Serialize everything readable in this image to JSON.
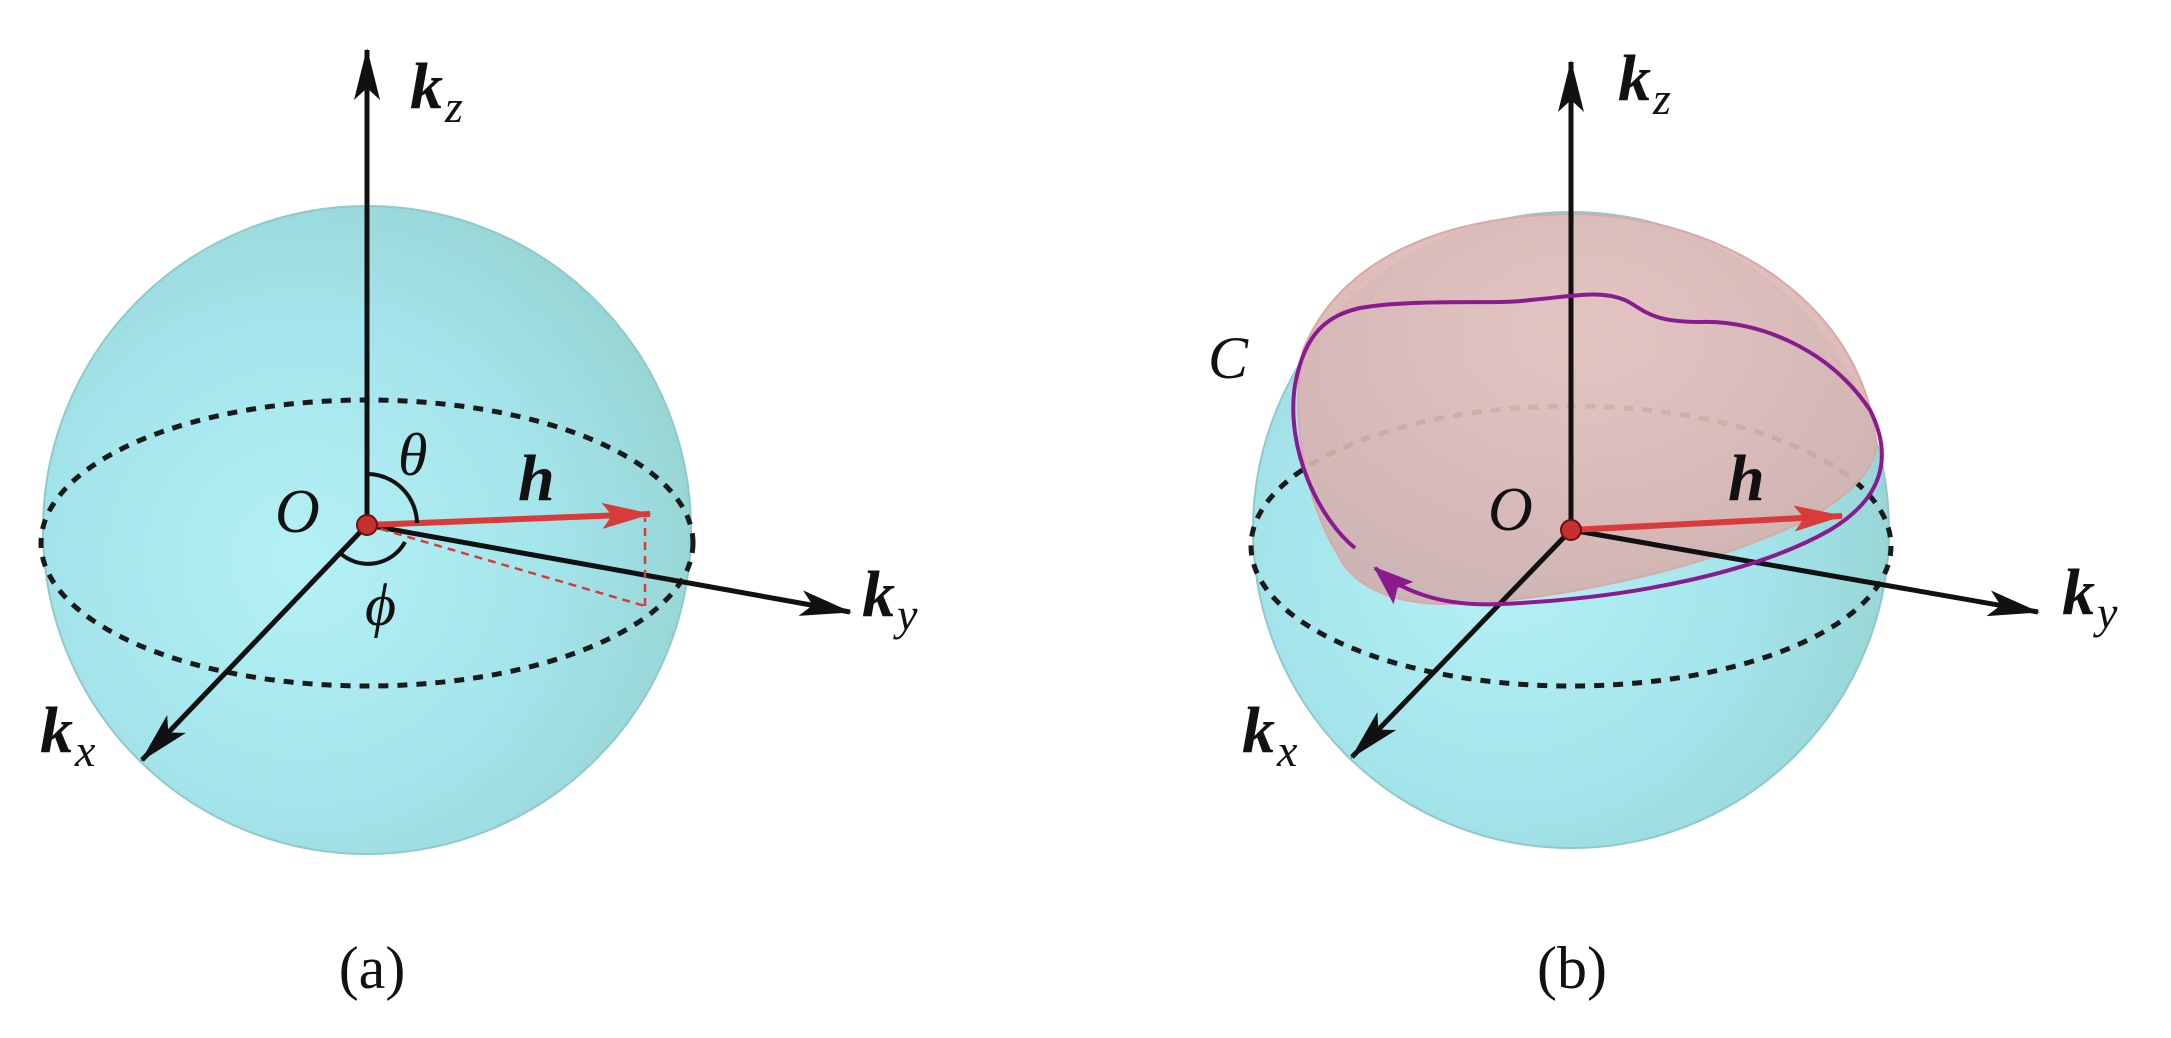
{
  "panels": {
    "a": {
      "caption": "(a)",
      "axis_x": {
        "base": "k",
        "sub": "x"
      },
      "axis_y": {
        "base": "k",
        "sub": "y"
      },
      "axis_z": {
        "base": "k",
        "sub": "z"
      },
      "origin_label": "O",
      "vector_label": "h",
      "polar_angle_label": "θ",
      "azimuth_angle_label": "ϕ"
    },
    "b": {
      "caption": "(b)",
      "axis_x": {
        "base": "k",
        "sub": "x"
      },
      "axis_y": {
        "base": "k",
        "sub": "y"
      },
      "axis_z": {
        "base": "k",
        "sub": "z"
      },
      "origin_label": "O",
      "vector_label": "h",
      "curve_label": "C"
    }
  },
  "colors": {
    "sphere_fill": "#9fe3ea",
    "sphere_edge": "#8fc9cc",
    "cap_fill": "#e0b5b5",
    "vector": "#d93a3a",
    "curve": "#8a1a90",
    "axis": "#111111",
    "equator": "#1a1a1a"
  }
}
